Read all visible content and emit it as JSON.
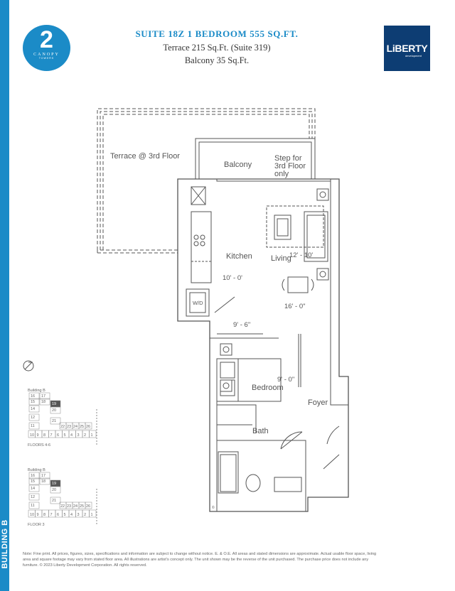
{
  "sidebar": {
    "label": "BUILDING B"
  },
  "logo": {
    "number": "2",
    "name": "CANOPY",
    "sub": "TOWERS"
  },
  "header": {
    "title": "SUITE 18Z  1 BEDROOM  555 SQ.FT.",
    "terrace": "Terrace 215 Sq.Ft. (Suite 319)",
    "balcony": "Balcony 35 Sq.Ft."
  },
  "brand": {
    "name": "LiBERTY",
    "sub": "development"
  },
  "plan": {
    "terrace": "Terrace @ 3rd Floor",
    "balcony": "Balcony",
    "step1": "Step for",
    "step2": "3rd Floor",
    "step3": "only",
    "kitchen": "Kitchen",
    "living": "Living",
    "dim_living": "12' - 10'",
    "dim_kitchen": "10' - 0'",
    "dim_dining": "16' - 0\"",
    "wd": "W/D",
    "dim_bed_w": "9' - 6\"",
    "dim_bed_d": "9' - 0\"",
    "bedroom": "Bedroom",
    "foyer": "Foyer",
    "bath": "Bath",
    "copyright": "©"
  },
  "keyplans": [
    {
      "building": "Building B",
      "floors": "FLOORS 4-6",
      "top_units": [
        "16",
        "17",
        "15",
        "18",
        "19",
        "14",
        "20",
        "12",
        "21",
        "11"
      ],
      "row_upper": [
        "22",
        "23",
        "24",
        "25",
        "26"
      ],
      "row_lower": [
        "10",
        "9",
        "8",
        "7",
        "6",
        "5",
        "4",
        "3",
        "2",
        "1"
      ],
      "highlight": "19"
    },
    {
      "building": "Building B",
      "floors": "FLOOR 3",
      "top_units": [
        "16",
        "17",
        "15",
        "18",
        "19",
        "14",
        "20",
        "12",
        "21",
        "11"
      ],
      "row_upper": [
        "22",
        "23",
        "24",
        "25",
        "26"
      ],
      "row_lower": [
        "10",
        "9",
        "8",
        "7",
        "6",
        "5",
        "4",
        "3",
        "2",
        "1"
      ],
      "highlight": "19"
    }
  ],
  "note": "Note: Fine print. All prices, figures, sizes, specifications and information are subject to change without notice. E. & O.E. All areas and stated dimensions are approximate. Actual usable floor space, living area and square footage may vary from stated floor area. All illustrations are artist's concept only. The unit shown may be the reverse of the unit purchased. The purchase price does not include any furniture. © 2023 Liberty Development Corporation. All rights reserved.",
  "colors": {
    "accent": "#1b8bc7",
    "brand": "#0d3d73",
    "line": "#555555"
  }
}
